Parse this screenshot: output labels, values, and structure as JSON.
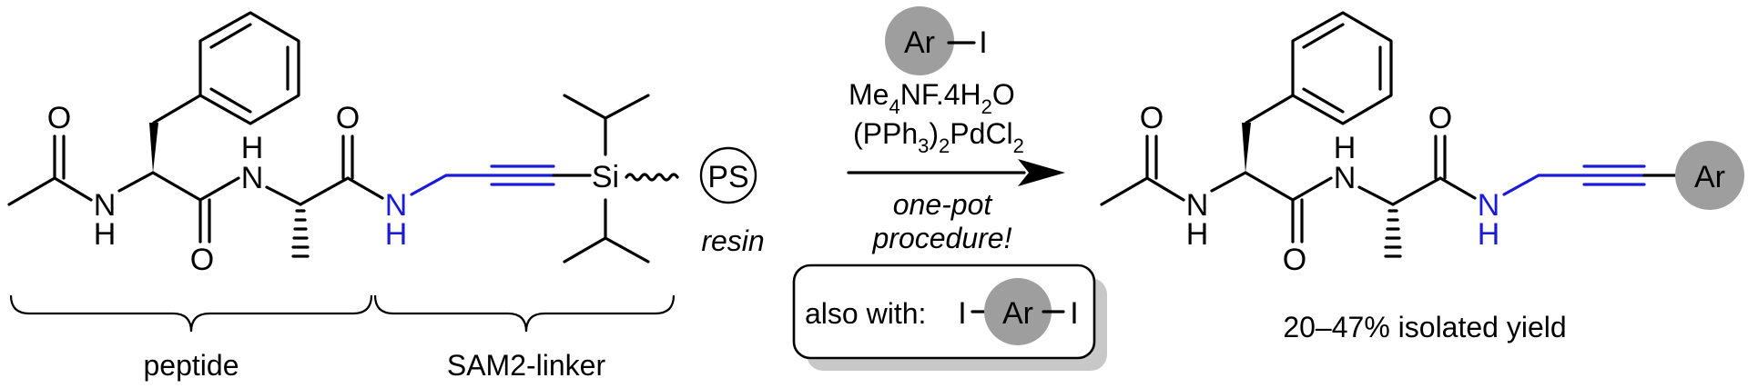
{
  "atoms": {
    "O": "O",
    "N": "N",
    "H": "H",
    "Si": "Si",
    "Ar": "Ar",
    "I": "I"
  },
  "resin": {
    "bead": "PS",
    "label": "resin"
  },
  "braces": {
    "peptide": "peptide",
    "linker": "SAM2-linker"
  },
  "reagents": {
    "aryl_iodide_ar": "Ar",
    "aryl_iodide_i": "I",
    "fluoride": "Me",
    "fluoride_sub4": "4",
    "fluoride_mid": "NF.4H",
    "fluoride_sub2": "2",
    "fluoride_end": "O",
    "catalyst_a": "(PPh",
    "catalyst_sub3": "3",
    "catalyst_b": ")",
    "catalyst_sub2": "2",
    "catalyst_c": "PdCl",
    "catalyst_sub2b": "2",
    "procedure_line1": "one-pot",
    "procedure_line2": "procedure!"
  },
  "also_box": {
    "prefix": "also with:",
    "i_left": "I",
    "ar": "Ar",
    "i_right": "I"
  },
  "product": {
    "yield": "20–47% isolated yield"
  },
  "colors": {
    "linker_blue": "#1a1adb",
    "ar_circle": "#9e9e9e",
    "box_shadow": "#c8c8c8"
  }
}
